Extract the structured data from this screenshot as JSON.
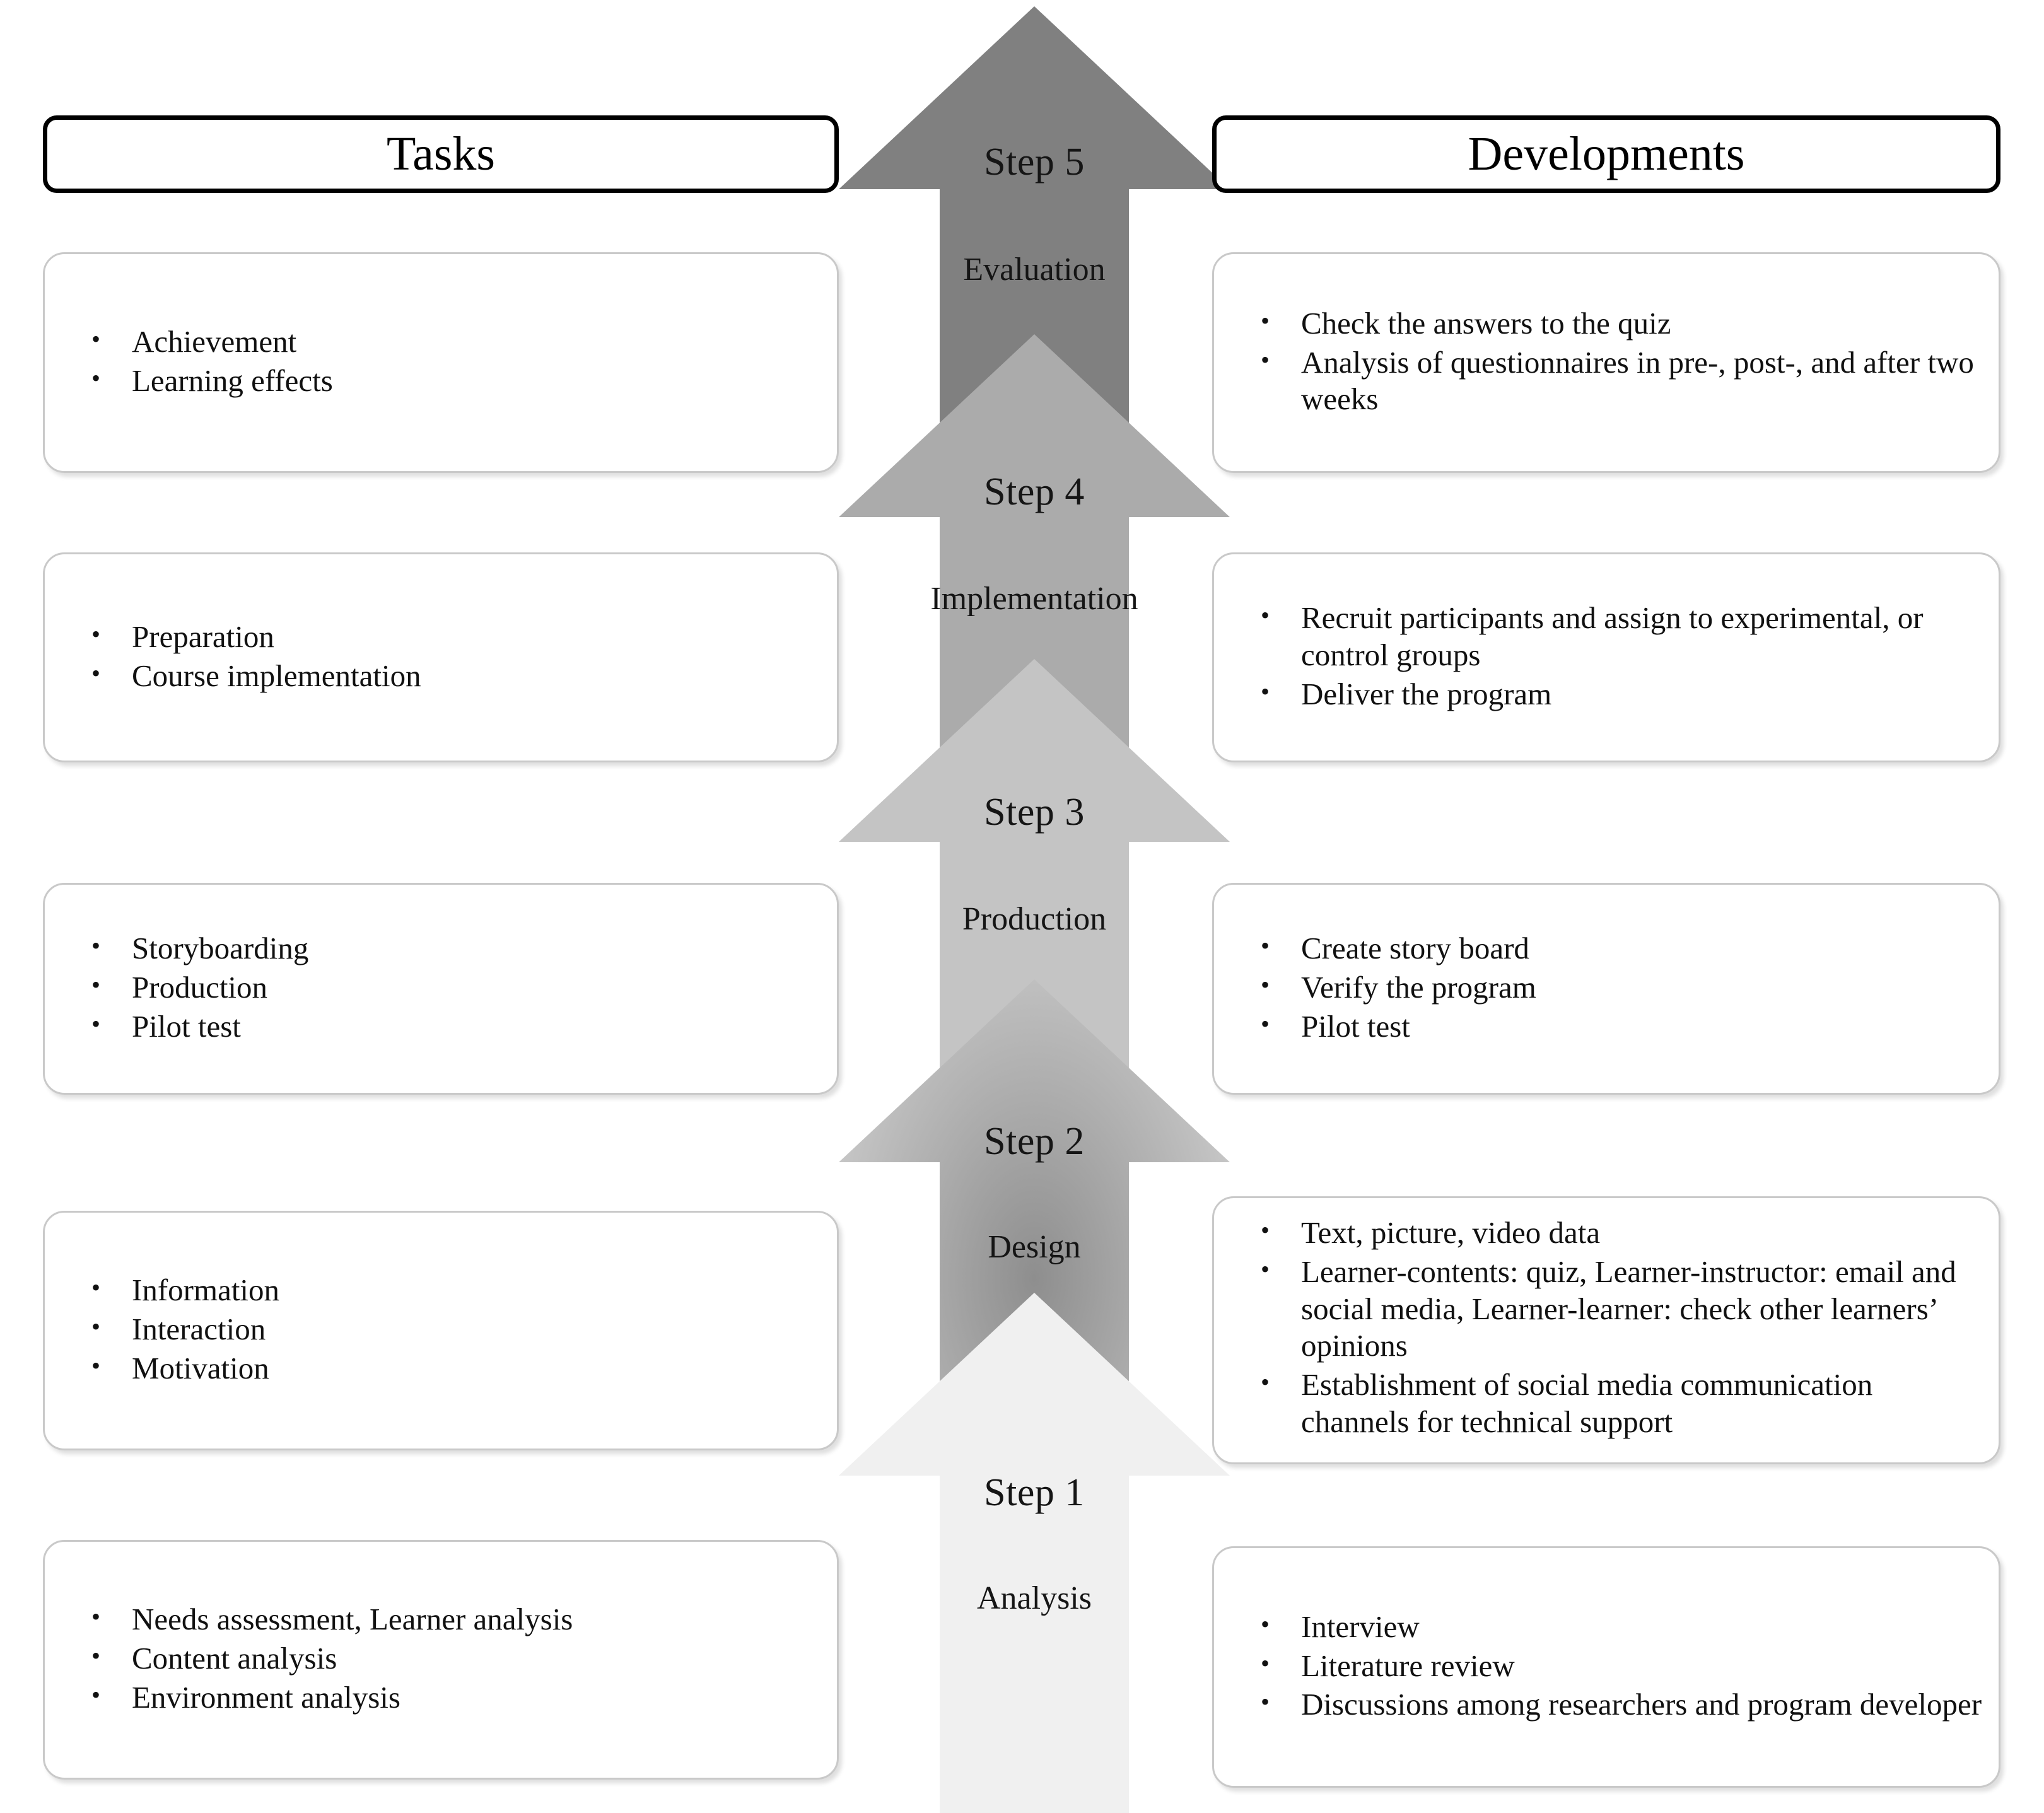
{
  "columns": {
    "left_header": "Tasks",
    "right_header": "Developments"
  },
  "steps": [
    {
      "number": "Step 5",
      "name": "Evaluation",
      "fill": "#808080",
      "tasks": [
        "Achievement",
        "Learning effects"
      ],
      "developments": [
        "Check the answers to the quiz",
        "Analysis of questionnaires in pre-, post-, and after two weeks"
      ]
    },
    {
      "number": "Step 4",
      "name": "Implementation",
      "fill": "#ababab",
      "tasks": [
        "Preparation",
        "Course implementation"
      ],
      "developments": [
        "Recruit participants and assign to experimental, or control groups",
        "Deliver the program"
      ]
    },
    {
      "number": "Step 3",
      "name": "Production",
      "fill": "#c4c4c4",
      "tasks": [
        "Storyboarding",
        "Production",
        "Pilot test"
      ],
      "developments": [
        "Create story board",
        "Verify the program",
        "Pilot test"
      ]
    },
    {
      "number": "Step 2",
      "name": "Design",
      "fill": "#bdbdbd",
      "tasks": [
        "Information",
        "Interaction",
        "Motivation"
      ],
      "developments": [
        "Text, picture, video data",
        "Learner-contents: quiz, Learner-instructor: email and social media, Learner-learner: check other learners’ opinions",
        "Establishment of social media communication channels for technical support"
      ]
    },
    {
      "number": "Step 1",
      "name": "Analysis",
      "fill": "#f0f0f0",
      "tasks": [
        "Needs assessment, Learner analysis",
        "Content analysis",
        "Environment analysis"
      ],
      "developments": [
        "Interview",
        "Literature review",
        "Discussions among researchers and program developer"
      ]
    }
  ]
}
